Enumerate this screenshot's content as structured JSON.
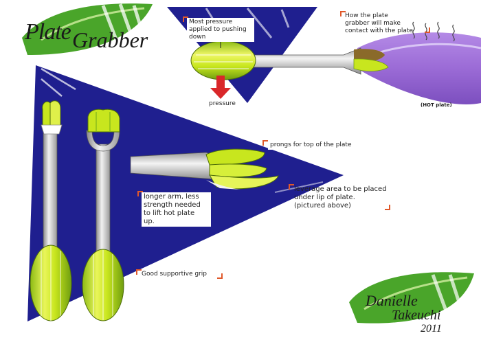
{
  "title": {
    "part1": "Plate",
    "part2": "Grabber"
  },
  "annotations": {
    "most_pressure": "Most pressure\napplied to pushing\ndown",
    "pressure_arrow": "pressure",
    "how_contact": "How the plate\ngrabber will make\ncontact with the plate",
    "hot_plate": "(HOT plate)",
    "prongs": "prongs for top of the plate",
    "longer_arm": "longer arm, less\nstrength needed\nto lift hot plate\nup.",
    "leverage": "leverage area to be placed\nunder lip of plate.\n(pictured above)",
    "grip": "Good supportive grip"
  },
  "signature": {
    "name_line1": "Danielle",
    "name_line2": "Takeuchi",
    "year": "2011"
  },
  "colors": {
    "navy": "#1f1f8f",
    "lime": "#c8e61e",
    "lime_dark": "#7bb21a",
    "leaf_green": "#5fb82a",
    "grey": "#c9c9c9",
    "purple": "#9b6bd6",
    "arrow_red": "#d9272a",
    "bracket": "#e0582a"
  },
  "icons": [
    "leaf-icon",
    "pressure-arrow-icon",
    "steam-icon"
  ]
}
